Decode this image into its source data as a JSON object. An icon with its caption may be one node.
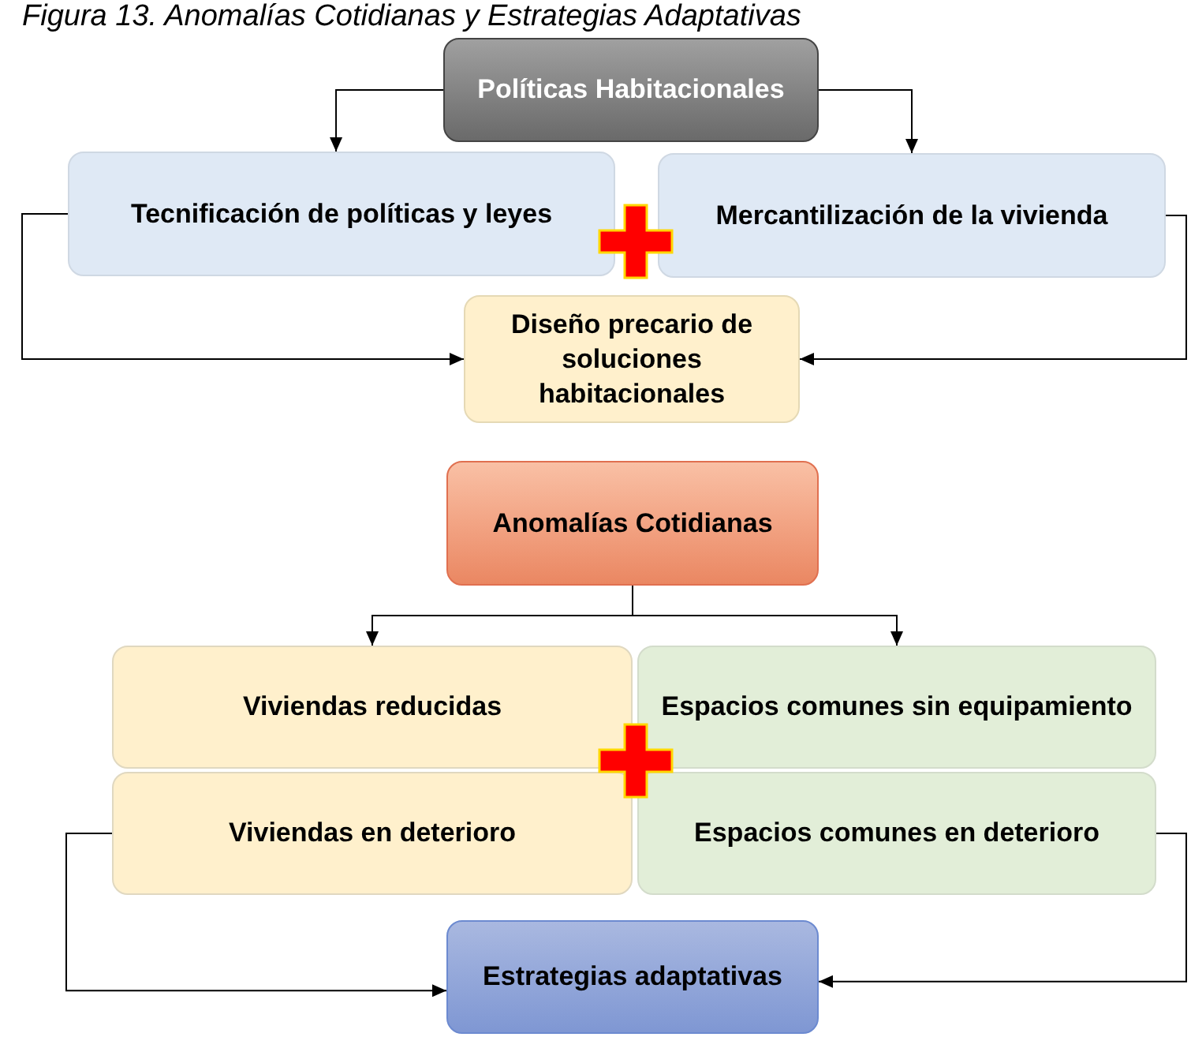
{
  "diagram": {
    "title": "Figura 13. Anomalías Cotidianas y Estrategias Adaptativas",
    "nodes": [
      {
        "text": [
          "Políticas Habitacionales"
        ]
      },
      {
        "text": [
          "Tecnificación de políticas y leyes"
        ]
      },
      {
        "text": [
          "Mercantilización de la vivienda"
        ]
      },
      {
        "text": [
          "Diseño precario de soluciones habitacionales"
        ]
      },
      {
        "text": [
          "Anomalías Cotidianas"
        ]
      },
      {
        "text": [
          "Viviendas reducidas"
        ]
      },
      {
        "text": [
          "Espacios comunes sin equipamiento"
        ]
      },
      {
        "text": [
          "Viviendas en deterioro"
        ]
      },
      {
        "text": [
          "Espacios comunes en deterioro"
        ]
      },
      {
        "text": [
          "Estrategias adaptativas"
        ]
      }
    ],
    "edges": [
      {
        "from": 0,
        "to": 1,
        "arrow": "to"
      },
      {
        "from": 0,
        "to": 2,
        "arrow": "to"
      },
      {
        "from": 1,
        "to": 3,
        "arrow": "to"
      },
      {
        "from": 2,
        "to": 3,
        "arrow": "to"
      },
      {
        "from": 4,
        "to": 5,
        "arrow": "to"
      },
      {
        "from": 4,
        "to": 6,
        "arrow": "to"
      },
      {
        "from": 7,
        "to": 9,
        "arrow": "to"
      },
      {
        "from": 8,
        "to": 9,
        "arrow": "to"
      }
    ]
  }
}
